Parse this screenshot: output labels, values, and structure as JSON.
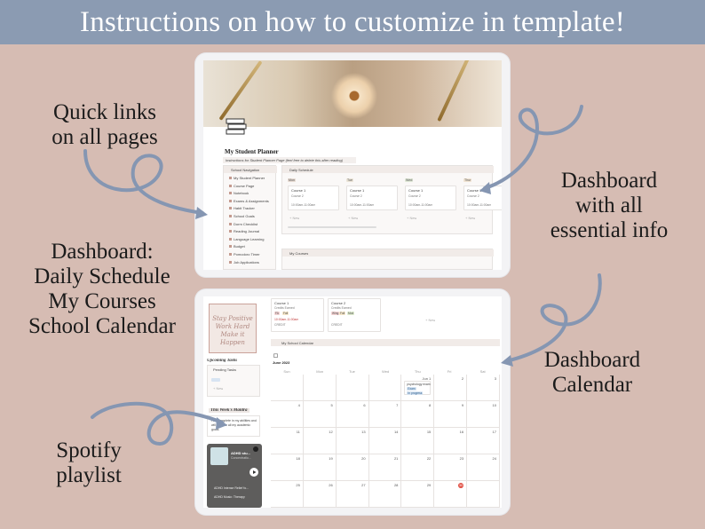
{
  "banner": {
    "title": "Instructions on how to customize in template!"
  },
  "callouts": {
    "quick_links": [
      "Quick links",
      "on all pages"
    ],
    "dashboard_info": [
      "Dashboard",
      "with all",
      "essential info"
    ],
    "dashboard_list": [
      "Dashboard:",
      "Daily Schedule",
      "My Courses",
      "School Calendar"
    ],
    "dashboard_calendar": [
      "Dashboard",
      "Calendar"
    ],
    "spotify": [
      "Spotify",
      "playlist"
    ]
  },
  "colors": {
    "banner": "#8b9bb2",
    "background": "#d6bcb3",
    "arrow": "#8596b2"
  },
  "tablet1": {
    "page_title": "My Student Planner",
    "instructions_toggle": "Instructions for Student Planner Page (feel free to delete this after reading)",
    "nav_header": "School Navigation",
    "nav_items": [
      "My Student Planner",
      "Course Page",
      "Notebook",
      "Exams & Assignments",
      "Habit Tracker",
      "School Goals",
      "Dorm Checklist",
      "Reading Journal",
      "Language Learning",
      "Budget",
      "Pomodoro Timer",
      "Job Applications"
    ],
    "schedule_header": "Daily Schedule",
    "days": [
      "Mon",
      "Tue",
      "Wed",
      "Thur"
    ],
    "course_card": {
      "name": "Course 1",
      "course_label": "Course 2",
      "time": "10:00am-11:00am"
    },
    "new_label": "+ New",
    "courses_header": "My Courses"
  },
  "tablet2": {
    "course_cards": [
      {
        "name": "Course 1",
        "sub": "Credits Earned",
        "tags": [
          "FA",
          "Fall"
        ],
        "time": "10:00am-11:00am",
        "extra": "CREDIT"
      },
      {
        "name": "Course 2",
        "sub": "Credits Earned",
        "tags": [
          "Wing",
          "Fall",
          "Mod"
        ],
        "time": "",
        "extra": "CREDIT"
      }
    ],
    "new_label": "+ New",
    "quote_lines": [
      "Stay Positive",
      "Work Hard",
      "Make it Happen"
    ],
    "upcoming_title": "Upcoming Tasks",
    "pending_label": "Pending Tasks",
    "mantra_title": "This Week's Mantra",
    "mantra_text": "I am complete in my abilities and will achieve all my academic goals.",
    "calendar_header": "My School Calendar",
    "month_label": "June 2023",
    "weekdays": [
      "Sun",
      "Mon",
      "Tue",
      "Wed",
      "Thu",
      "Fri",
      "Sat"
    ],
    "first_row": [
      "",
      "",
      "",
      "",
      "Jun 1",
      "2",
      "3"
    ],
    "week_rows": [
      [
        "4",
        "5",
        "6",
        "7",
        "8",
        "9",
        "10"
      ],
      [
        "11",
        "12",
        "13",
        "14",
        "15",
        "16",
        "17"
      ],
      [
        "18",
        "19",
        "20",
        "21",
        "22",
        "23",
        "24"
      ],
      [
        "25",
        "26",
        "27",
        "28",
        "29",
        "30",
        ""
      ]
    ],
    "event": {
      "title": "psychology exam",
      "tag": "Exam",
      "status": "In progress"
    },
    "spotify": {
      "album_title": "ADHD stu...",
      "album_sub": "Concentratio...",
      "tracks": [
        "ADHD Intense Relief fo...",
        "ADHD Music: Therapy"
      ]
    }
  }
}
